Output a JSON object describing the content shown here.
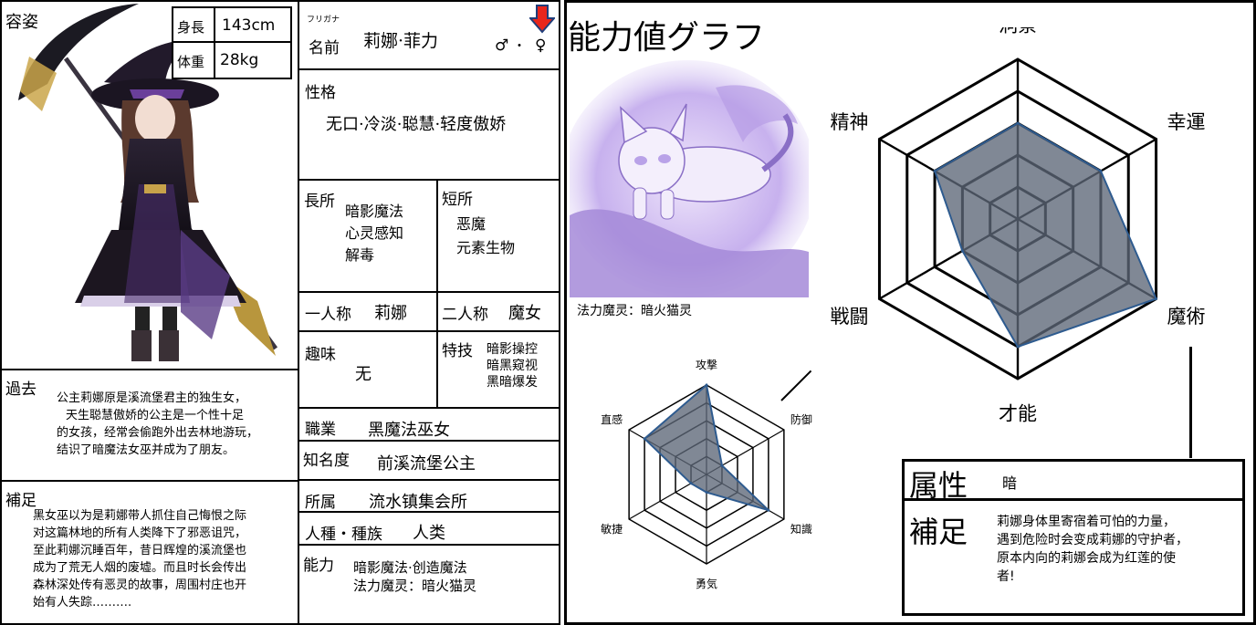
{
  "left": {
    "appearance_label": "容姿",
    "height_label": "身長",
    "height_value": "143cm",
    "weight_label": "体重",
    "weight_value": "28kg",
    "furigana_label": "フリガナ",
    "name_label": "名前",
    "name_value": "莉娜·菲力",
    "gender_male": "♂",
    "gender_dot": "・",
    "gender_female": "♀",
    "personality_label": "性格",
    "personality_value": "无口·冷淡·聪慧·轻度傲娇",
    "strengths_label": "長所",
    "strengths": [
      "暗影魔法",
      "心灵感知",
      "解毒"
    ],
    "weaknesses_label": "短所",
    "weaknesses": [
      "恶魔",
      "元素生物"
    ],
    "first_person_label": "一人称",
    "first_person_value": "莉娜",
    "second_person_label": "二人称",
    "second_person_value": "魔女",
    "hobby_label": "趣味",
    "hobby_value": "无",
    "skills_label": "特技",
    "skills": [
      "暗影操控",
      "暗黑窥视",
      "黑暗爆发"
    ],
    "past_label": "過去",
    "past_lines": [
      "公主莉娜原是溪流堡君主的独生女，",
      "天生聪慧傲娇的公主是一个性十足",
      "的女孩，经常会偷跑外出去林地游玩，",
      "结识了暗魔法女巫并成为了朋友。"
    ],
    "occupation_label": "職業",
    "occupation_value": "黑魔法巫女",
    "fame_label": "知名度",
    "fame_value": "前溪流堡公主",
    "affiliation_label": "所属",
    "affiliation_value": "流水镇集会所",
    "race_label": "人種・種族",
    "race_value": "人类",
    "ability_label": "能力",
    "abilities": [
      "暗影魔法·创造魔法",
      "法力魔灵：暗火猫灵"
    ],
    "supplement_label": "補足",
    "supplement_lines": [
      "黑女巫以为是莉娜带人抓住自己悔恨之际",
      "对这篇林地的所有人类降下了邪恶诅咒，",
      "至此莉娜沉睡百年，昔日辉煌的溪流堡也",
      "成为了荒无人烟的废墟。而且时长会传出",
      "森林深处传有恶灵的故事，周围村庄也开",
      "始有人失踪………."
    ]
  },
  "right": {
    "title": "能力値グラフ",
    "spirit_caption": "法力魔灵：暗火猫灵",
    "attribute_label": "属性",
    "attribute_value": "暗",
    "supplement_label": "補足",
    "supplement_lines": [
      "莉娜身体里寄宿着可怕的力量，",
      "遇到危险时会变成莉娜的守护者，",
      "原本内向的莉娜会成为红莲的使",
      "者!"
    ]
  },
  "chart_data": [
    {
      "type": "radar",
      "categories": [
        "洞察",
        "幸運",
        "魔術",
        "才能",
        "戦闘",
        "精神"
      ],
      "levels": 5,
      "values": [
        3,
        3,
        5,
        4,
        2,
        3
      ],
      "max": 5,
      "fill": "#5c6677",
      "stroke": "#2e5b8f"
    },
    {
      "type": "radar",
      "categories": [
        "攻撃",
        "防御",
        "知識",
        "勇気",
        "敏捷",
        "直感"
      ],
      "levels": 5,
      "values": [
        5,
        1,
        4,
        1,
        1,
        4
      ],
      "max": 5,
      "fill": "#5c6677",
      "stroke": "#2e5b8f"
    }
  ]
}
